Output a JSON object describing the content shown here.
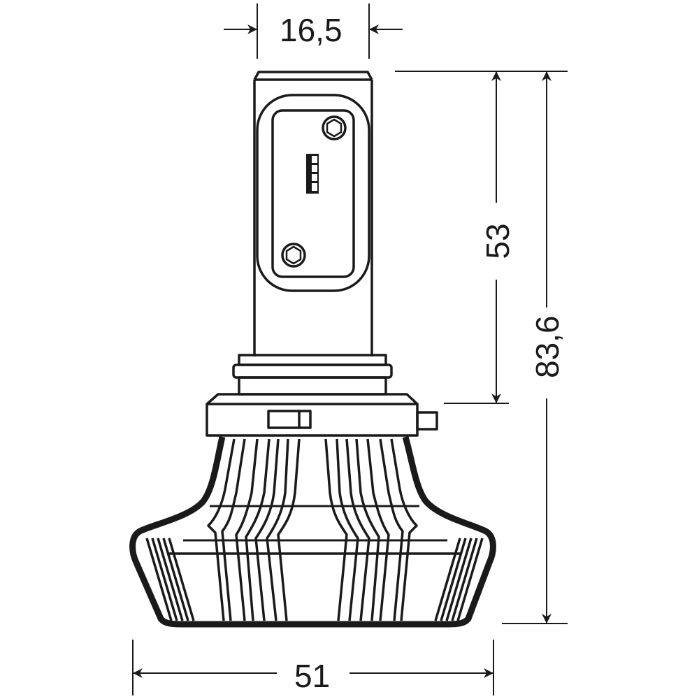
{
  "diagram": {
    "subject": "LED headlight bulb (9005/9006 type) technical drawing",
    "units": "mm",
    "line_color": "#1a1a1a",
    "background": "#ffffff",
    "dimensions": {
      "head_width": "16,5",
      "led_height": "53",
      "total_height": "83,6",
      "base_width": "51"
    }
  }
}
